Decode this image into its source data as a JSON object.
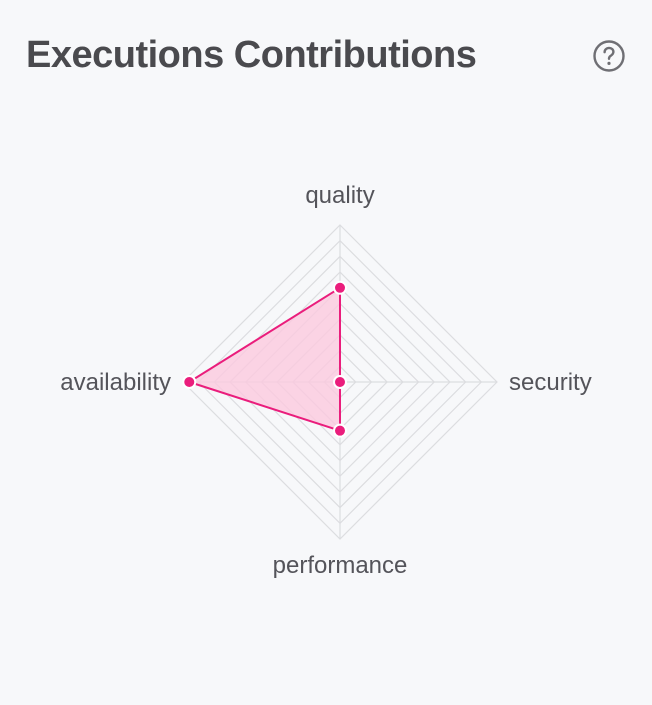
{
  "header": {
    "title": "Executions Contributions",
    "help_icon": "question-circle-icon"
  },
  "colors": {
    "background": "#f7f8fa",
    "title": "#4a4a4e",
    "grid": "#dcdde0",
    "series_line": "#ea1d7c",
    "series_fill": "#fbc9df",
    "point": "#ea1d7c"
  },
  "chart_data": {
    "type": "radar",
    "axes": [
      "quality",
      "security",
      "performance",
      "availability"
    ],
    "series": [
      {
        "values": [
          0.6,
          0.0,
          0.31,
          0.96
        ]
      }
    ],
    "range": [
      0,
      1
    ],
    "grid_levels": 10,
    "grid": true,
    "legend": "none"
  }
}
